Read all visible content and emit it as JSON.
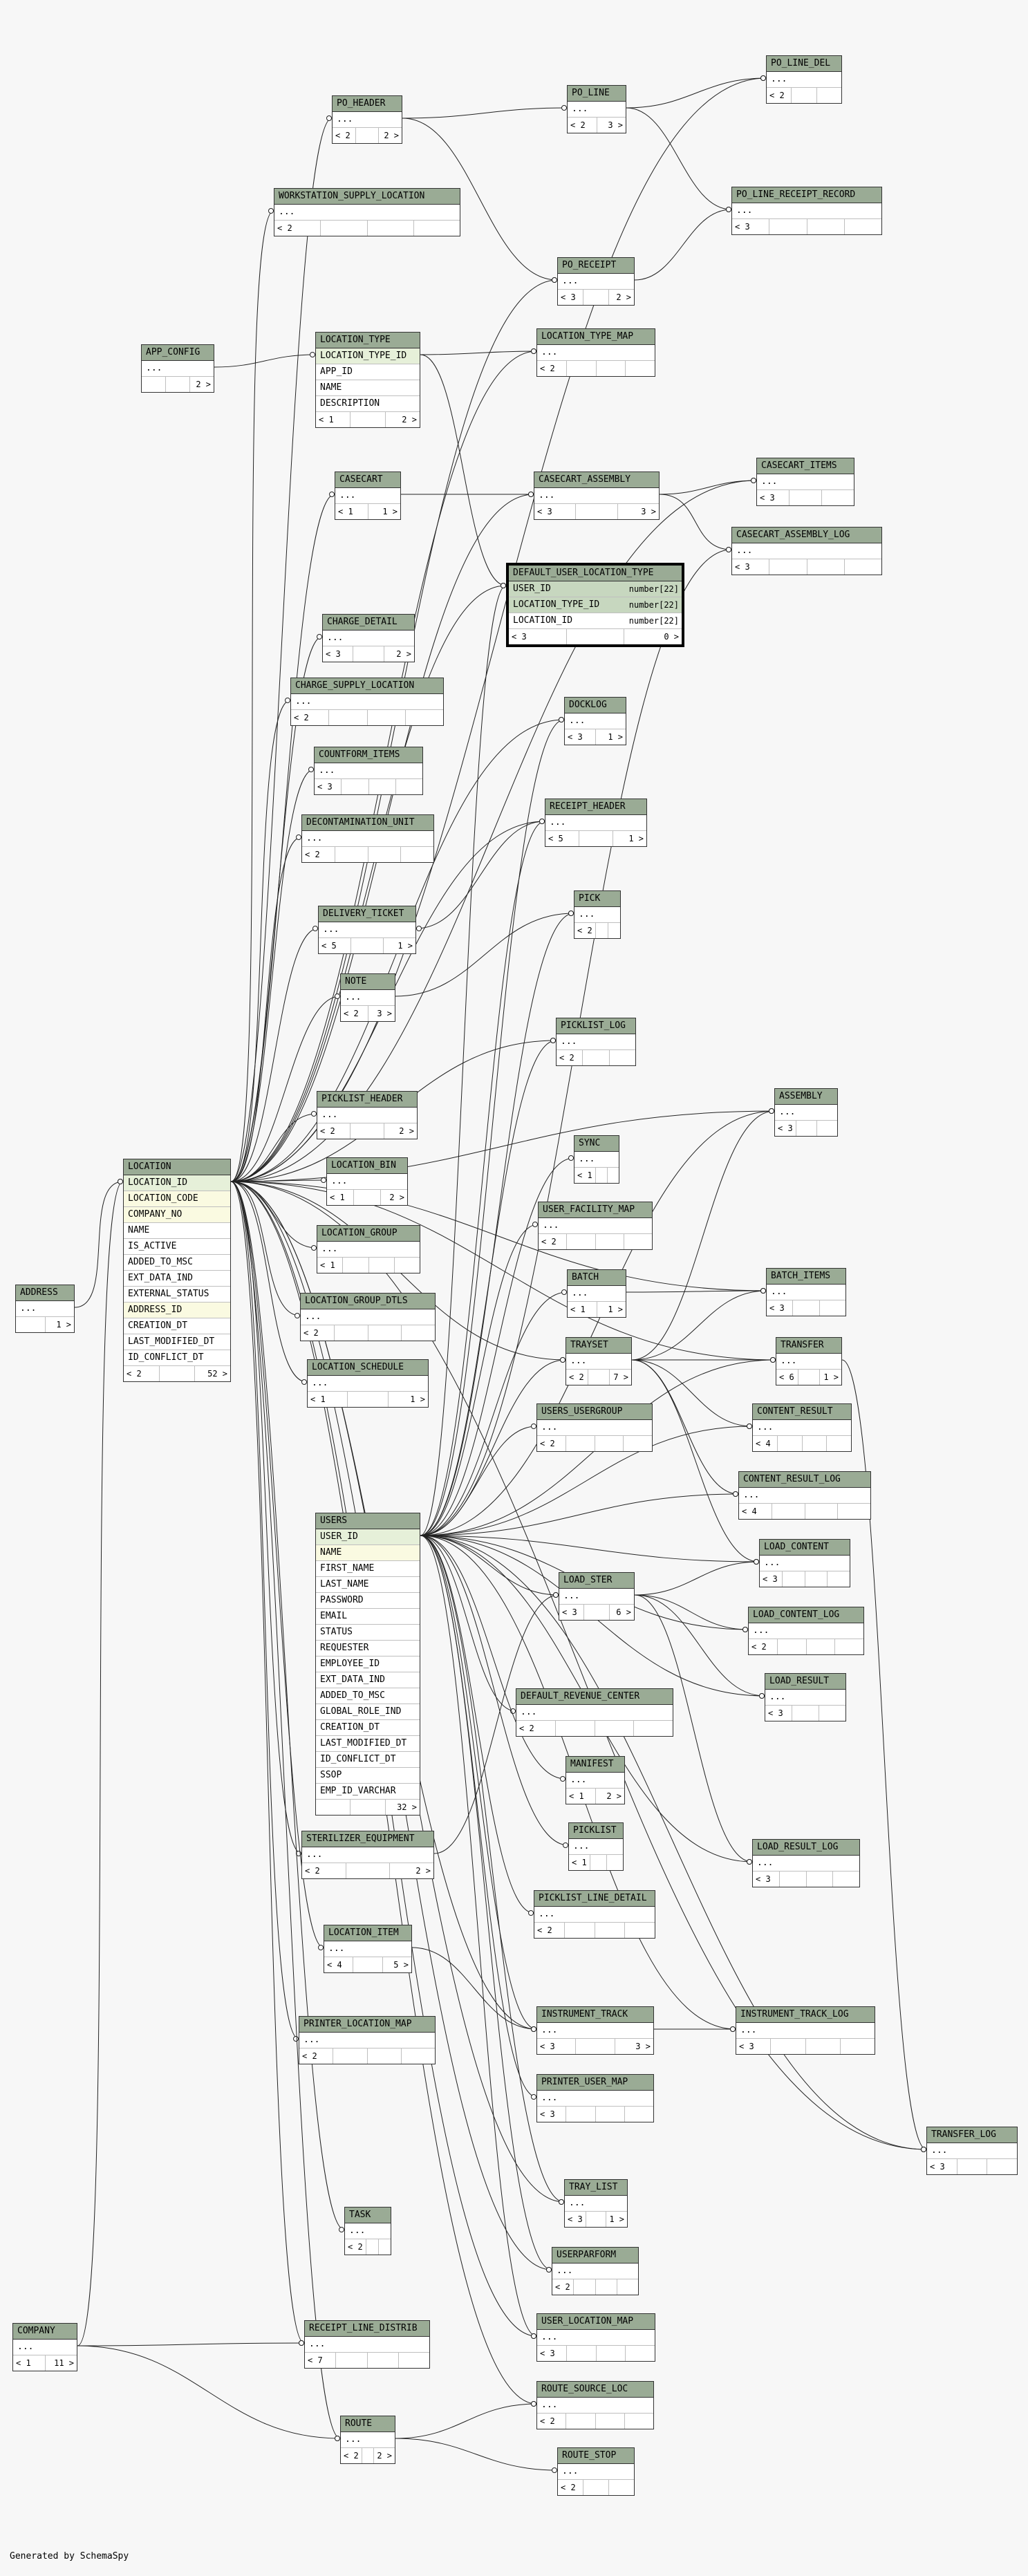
{
  "footer": "Generated by SchemaSpy",
  "tables": [
    {
      "id": "PO_LINE_DEL",
      "name": "PO_LINE_DEL",
      "rows": [
        "..."
      ],
      "foot": [
        "< 2",
        "",
        ""
      ]
    },
    {
      "id": "PO_LINE",
      "name": "PO_LINE",
      "rows": [
        "..."
      ],
      "foot": [
        "< 2",
        "3 >"
      ]
    },
    {
      "id": "PO_HEADER",
      "name": "PO_HEADER",
      "rows": [
        "..."
      ],
      "foot": [
        "< 2",
        "",
        "2 >"
      ]
    },
    {
      "id": "WORKSTATION_SUPPLY_LOCATION",
      "name": "WORKSTATION_SUPPLY_LOCATION",
      "rows": [
        "..."
      ],
      "foot": [
        "< 2",
        "",
        "",
        ""
      ]
    },
    {
      "id": "PO_LINE_RECEIPT_RECORD",
      "name": "PO_LINE_RECEIPT_RECORD",
      "rows": [
        "..."
      ],
      "foot": [
        "< 3",
        "",
        "",
        ""
      ]
    },
    {
      "id": "PO_RECEIPT",
      "name": "PO_RECEIPT",
      "rows": [
        "..."
      ],
      "foot": [
        "< 3",
        "",
        "2 >"
      ]
    },
    {
      "id": "APP_CONFIG",
      "name": "APP_CONFIG",
      "rows": [
        "..."
      ],
      "foot": [
        "",
        "",
        "2 >"
      ]
    },
    {
      "id": "LOCATION_TYPE",
      "name": "LOCATION_TYPE",
      "rows": [
        "LOCATION_TYPE_ID",
        "APP_ID",
        "NAME",
        "DESCRIPTION"
      ],
      "pk": [
        0
      ],
      "foot": [
        "< 1",
        "",
        "2 >"
      ]
    },
    {
      "id": "LOCATION_TYPE_MAP",
      "name": "LOCATION_TYPE_MAP",
      "rows": [
        "..."
      ],
      "foot": [
        "< 2",
        "",
        "",
        ""
      ]
    },
    {
      "id": "CASECART",
      "name": "CASECART",
      "rows": [
        "..."
      ],
      "foot": [
        "< 1",
        "1 >"
      ]
    },
    {
      "id": "CASECART_ASSEMBLY",
      "name": "CASECART_ASSEMBLY",
      "rows": [
        "..."
      ],
      "foot": [
        "< 3",
        "",
        "3 >"
      ]
    },
    {
      "id": "CASECART_ITEMS",
      "name": "CASECART_ITEMS",
      "rows": [
        "..."
      ],
      "foot": [
        "< 3",
        "",
        ""
      ]
    },
    {
      "id": "CASECART_ASSEMBLY_LOG",
      "name": "CASECART_ASSEMBLY_LOG",
      "rows": [
        "..."
      ],
      "foot": [
        "< 3",
        "",
        "",
        ""
      ]
    },
    {
      "id": "DEFAULT_USER_LOCATION_TYPE",
      "name": "DEFAULT_USER_LOCATION_TYPE",
      "rows": [
        "USER_ID",
        "LOCATION_TYPE_ID",
        "LOCATION_ID"
      ],
      "types": [
        "number[22]",
        "number[22]",
        "number[22]"
      ],
      "fk": [
        0,
        1
      ],
      "foot": [
        "< 3",
        "",
        "0 >"
      ]
    },
    {
      "id": "CHARGE_DETAIL",
      "name": "CHARGE_DETAIL",
      "rows": [
        "..."
      ],
      "foot": [
        "< 3",
        "",
        "2 >"
      ]
    },
    {
      "id": "CHARGE_SUPPLY_LOCATION",
      "name": "CHARGE_SUPPLY_LOCATION",
      "rows": [
        "..."
      ],
      "foot": [
        "< 2",
        "",
        "",
        ""
      ]
    },
    {
      "id": "DOCKLOG",
      "name": "DOCKLOG",
      "rows": [
        "..."
      ],
      "foot": [
        "< 3",
        "1 >"
      ]
    },
    {
      "id": "COUNTFORM_ITEMS",
      "name": "COUNTFORM_ITEMS",
      "rows": [
        "..."
      ],
      "foot": [
        "< 3",
        "",
        "",
        ""
      ]
    },
    {
      "id": "RECEIPT_HEADER",
      "name": "RECEIPT_HEADER",
      "rows": [
        "..."
      ],
      "foot": [
        "< 5",
        "",
        "1 >"
      ]
    },
    {
      "id": "DECONTAMINATION_UNIT",
      "name": "DECONTAMINATION_UNIT",
      "rows": [
        "..."
      ],
      "foot": [
        "< 2",
        "",
        "",
        ""
      ]
    },
    {
      "id": "PICK",
      "name": "PICK",
      "rows": [
        "..."
      ],
      "foot": [
        "< 2",
        "",
        ""
      ]
    },
    {
      "id": "DELIVERY_TICKET",
      "name": "DELIVERY_TICKET",
      "rows": [
        "..."
      ],
      "foot": [
        "< 5",
        "",
        "1 >"
      ]
    },
    {
      "id": "NOTE",
      "name": "NOTE",
      "rows": [
        "..."
      ],
      "foot": [
        "< 2",
        "3 >"
      ]
    },
    {
      "id": "PICKLIST_LOG",
      "name": "PICKLIST_LOG",
      "rows": [
        "..."
      ],
      "foot": [
        "< 2",
        "",
        ""
      ]
    },
    {
      "id": "PICKLIST_HEADER",
      "name": "PICKLIST_HEADER",
      "rows": [
        "..."
      ],
      "foot": [
        "< 2",
        "",
        "2 >"
      ]
    },
    {
      "id": "ASSEMBLY",
      "name": "ASSEMBLY",
      "rows": [
        "..."
      ],
      "foot": [
        "< 3",
        "",
        ""
      ]
    },
    {
      "id": "LOCATION",
      "name": "LOCATION",
      "rows": [
        "LOCATION_ID",
        "LOCATION_CODE",
        "COMPANY_NO",
        "NAME",
        "IS_ACTIVE",
        "ADDED_TO_MSC",
        "EXT_DATA_IND",
        "EXTERNAL_STATUS",
        "ADDRESS_ID",
        "CREATION_DT",
        "LAST_MODIFIED_DT",
        "ID_CONFLICT_DT"
      ],
      "pk": [
        0
      ],
      "idx": [
        1,
        2,
        8
      ],
      "foot": [
        "< 2",
        "",
        "52 >"
      ]
    },
    {
      "id": "LOCATION_BIN",
      "name": "LOCATION_BIN",
      "rows": [
        "..."
      ],
      "foot": [
        "< 1",
        "",
        "2 >"
      ]
    },
    {
      "id": "SYNC",
      "name": "SYNC",
      "rows": [
        "..."
      ],
      "foot": [
        "< 1",
        "",
        ""
      ]
    },
    {
      "id": "USER_FACILITY_MAP",
      "name": "USER_FACILITY_MAP",
      "rows": [
        "..."
      ],
      "foot": [
        "< 2",
        "",
        "",
        ""
      ]
    },
    {
      "id": "LOCATION_GROUP",
      "name": "LOCATION_GROUP",
      "rows": [
        "..."
      ],
      "foot": [
        "< 1",
        "",
        "",
        ""
      ]
    },
    {
      "id": "ADDRESS",
      "name": "ADDRESS",
      "rows": [
        "..."
      ],
      "foot": [
        "",
        "1 >"
      ]
    },
    {
      "id": "BATCH",
      "name": "BATCH",
      "rows": [
        "..."
      ],
      "foot": [
        "< 1",
        "1 >"
      ]
    },
    {
      "id": "BATCH_ITEMS",
      "name": "BATCH_ITEMS",
      "rows": [
        "..."
      ],
      "foot": [
        "< 3",
        "",
        ""
      ]
    },
    {
      "id": "LOCATION_GROUP_DTLS",
      "name": "LOCATION_GROUP_DTLS",
      "rows": [
        "..."
      ],
      "foot": [
        "< 2",
        "",
        "",
        ""
      ]
    },
    {
      "id": "TRAYSET",
      "name": "TRAYSET",
      "rows": [
        "..."
      ],
      "foot": [
        "< 2",
        "",
        "7 >"
      ]
    },
    {
      "id": "TRANSFER",
      "name": "TRANSFER",
      "rows": [
        "..."
      ],
      "foot": [
        "< 6",
        "",
        "1 >"
      ]
    },
    {
      "id": "LOCATION_SCHEDULE",
      "name": "LOCATION_SCHEDULE",
      "rows": [
        "..."
      ],
      "foot": [
        "< 1",
        "",
        "1 >"
      ]
    },
    {
      "id": "USERS_USERGROUP",
      "name": "USERS_USERGROUP",
      "rows": [
        "..."
      ],
      "foot": [
        "< 2",
        "",
        "",
        ""
      ]
    },
    {
      "id": "CONTENT_RESULT",
      "name": "CONTENT_RESULT",
      "rows": [
        "..."
      ],
      "foot": [
        "< 4",
        "",
        "",
        ""
      ]
    },
    {
      "id": "CONTENT_RESULT_LOG",
      "name": "CONTENT_RESULT_LOG",
      "rows": [
        "..."
      ],
      "foot": [
        "< 4",
        "",
        "",
        ""
      ]
    },
    {
      "id": "USERS",
      "name": "USERS",
      "rows": [
        "USER_ID",
        "NAME",
        "FIRST_NAME",
        "LAST_NAME",
        "PASSWORD",
        "EMAIL",
        "STATUS",
        "REQUESTER",
        "EMPLOYEE_ID",
        "EXT_DATA_IND",
        "ADDED_TO_MSC",
        "GLOBAL_ROLE_IND",
        "CREATION_DT",
        "LAST_MODIFIED_DT",
        "ID_CONFLICT_DT",
        "SSOP",
        "EMP_ID_VARCHAR"
      ],
      "pk": [
        0
      ],
      "idx": [
        1
      ],
      "foot": [
        "",
        "",
        "32 >"
      ]
    },
    {
      "id": "LOAD_CONTENT",
      "name": "LOAD_CONTENT",
      "rows": [
        "..."
      ],
      "foot": [
        "< 3",
        "",
        "",
        ""
      ]
    },
    {
      "id": "LOAD_STER",
      "name": "LOAD_STER",
      "rows": [
        "..."
      ],
      "foot": [
        "< 3",
        "",
        "6 >"
      ]
    },
    {
      "id": "LOAD_CONTENT_LOG",
      "name": "LOAD_CONTENT_LOG",
      "rows": [
        "..."
      ],
      "foot": [
        "< 2",
        "",
        "",
        ""
      ]
    },
    {
      "id": "LOAD_RESULT",
      "name": "LOAD_RESULT",
      "rows": [
        "..."
      ],
      "foot": [
        "< 3",
        "",
        ""
      ]
    },
    {
      "id": "DEFAULT_REVENUE_CENTER",
      "name": "DEFAULT_REVENUE_CENTER",
      "rows": [
        "..."
      ],
      "foot": [
        "< 2",
        "",
        "",
        ""
      ]
    },
    {
      "id": "MANIFEST",
      "name": "MANIFEST",
      "rows": [
        "..."
      ],
      "foot": [
        "< 1",
        "2 >"
      ]
    },
    {
      "id": "PICKLIST",
      "name": "PICKLIST",
      "rows": [
        "..."
      ],
      "foot": [
        "< 1",
        "",
        ""
      ]
    },
    {
      "id": "STERILIZER_EQUIPMENT",
      "name": "STERILIZER_EQUIPMENT",
      "rows": [
        "..."
      ],
      "foot": [
        "< 2",
        "",
        "2 >"
      ]
    },
    {
      "id": "LOAD_RESULT_LOG",
      "name": "LOAD_RESULT_LOG",
      "rows": [
        "..."
      ],
      "foot": [
        "< 3",
        "",
        "",
        ""
      ]
    },
    {
      "id": "PICKLIST_LINE_DETAIL",
      "name": "PICKLIST_LINE_DETAIL",
      "rows": [
        "..."
      ],
      "foot": [
        "< 2",
        "",
        "",
        ""
      ]
    },
    {
      "id": "LOCATION_ITEM",
      "name": "LOCATION_ITEM",
      "rows": [
        "..."
      ],
      "foot": [
        "< 4",
        "",
        "5 >"
      ]
    },
    {
      "id": "INSTRUMENT_TRACK",
      "name": "INSTRUMENT_TRACK",
      "rows": [
        "..."
      ],
      "foot": [
        "< 3",
        "",
        "3 >"
      ]
    },
    {
      "id": "INSTRUMENT_TRACK_LOG",
      "name": "INSTRUMENT_TRACK_LOG",
      "rows": [
        "..."
      ],
      "foot": [
        "< 3",
        "",
        "",
        ""
      ]
    },
    {
      "id": "PRINTER_LOCATION_MAP",
      "name": "PRINTER_LOCATION_MAP",
      "rows": [
        "..."
      ],
      "foot": [
        "< 2",
        "",
        "",
        ""
      ]
    },
    {
      "id": "PRINTER_USER_MAP",
      "name": "PRINTER_USER_MAP",
      "rows": [
        "..."
      ],
      "foot": [
        "< 3",
        "",
        "",
        ""
      ]
    },
    {
      "id": "TRANSFER_LOG",
      "name": "TRANSFER_LOG",
      "rows": [
        "..."
      ],
      "foot": [
        "< 3",
        "",
        ""
      ]
    },
    {
      "id": "TRAY_LIST",
      "name": "TRAY_LIST",
      "rows": [
        "..."
      ],
      "foot": [
        "< 3",
        "",
        "1 >"
      ]
    },
    {
      "id": "TASK",
      "name": "TASK",
      "rows": [
        "..."
      ],
      "foot": [
        "< 2",
        "",
        ""
      ]
    },
    {
      "id": "USERPARFORM",
      "name": "USERPARFORM",
      "rows": [
        "..."
      ],
      "foot": [
        "< 2",
        "",
        "",
        ""
      ]
    },
    {
      "id": "COMPANY",
      "name": "COMPANY",
      "rows": [
        "..."
      ],
      "foot": [
        "< 1",
        "11 >"
      ]
    },
    {
      "id": "RECEIPT_LINE_DISTRIB",
      "name": "RECEIPT_LINE_DISTRIB",
      "rows": [
        "..."
      ],
      "foot": [
        "< 7",
        "",
        "",
        ""
      ]
    },
    {
      "id": "USER_LOCATION_MAP",
      "name": "USER_LOCATION_MAP",
      "rows": [
        "..."
      ],
      "foot": [
        "< 3",
        "",
        "",
        ""
      ]
    },
    {
      "id": "ROUTE_SOURCE_LOC",
      "name": "ROUTE_SOURCE_LOC",
      "rows": [
        "..."
      ],
      "foot": [
        "< 2",
        "",
        "",
        ""
      ]
    },
    {
      "id": "ROUTE",
      "name": "ROUTE",
      "rows": [
        "..."
      ],
      "foot": [
        "< 2",
        "",
        "2 >"
      ]
    },
    {
      "id": "ROUTE_STOP",
      "name": "ROUTE_STOP",
      "rows": [
        "..."
      ],
      "foot": [
        "< 2",
        "",
        ""
      ]
    }
  ],
  "relationships": [
    [
      "PO_LINE",
      "PO_LINE_DEL"
    ],
    [
      "PO_HEADER",
      "PO_LINE"
    ],
    [
      "PO_LINE",
      "PO_LINE_RECEIPT_RECORD"
    ],
    [
      "PO_RECEIPT",
      "PO_LINE_RECEIPT_RECORD"
    ],
    [
      "PO_HEADER",
      "PO_RECEIPT"
    ],
    [
      "APP_CONFIG",
      "LOCATION_TYPE"
    ],
    [
      "LOCATION_TYPE",
      "LOCATION_TYPE_MAP"
    ],
    [
      "LOCATION_TYPE",
      "DEFAULT_USER_LOCATION_TYPE"
    ],
    [
      "CASECART",
      "CASECART_ASSEMBLY"
    ],
    [
      "CASECART_ASSEMBLY",
      "CASECART_ITEMS"
    ],
    [
      "CASECART_ASSEMBLY",
      "CASECART_ASSEMBLY_LOG"
    ],
    [
      "RECEIPT_HEADER",
      "DELIVERY_TICKET"
    ],
    [
      "NOTE",
      "PICK"
    ],
    [
      "BATCH",
      "BATCH_ITEMS"
    ],
    [
      "TRAYSET",
      "TRANSFER"
    ],
    [
      "TRAYSET",
      "CONTENT_RESULT"
    ],
    [
      "TRAYSET",
      "CONTENT_RESULT_LOG"
    ],
    [
      "TRAYSET",
      "BATCH_ITEMS"
    ],
    [
      "TRAYSET",
      "ASSEMBLY"
    ],
    [
      "TRAYSET",
      "LOAD_CONTENT"
    ],
    [
      "TRANSFER",
      "TRANSFER_LOG"
    ],
    [
      "LOAD_STER",
      "LOAD_CONTENT"
    ],
    [
      "LOAD_STER",
      "LOAD_CONTENT_LOG"
    ],
    [
      "LOAD_STER",
      "LOAD_RESULT"
    ],
    [
      "LOAD_STER",
      "LOAD_RESULT_LOG"
    ],
    [
      "INSTRUMENT_TRACK",
      "INSTRUMENT_TRACK_LOG"
    ],
    [
      "ADDRESS",
      "LOCATION"
    ],
    [
      "COMPANY",
      "LOCATION"
    ],
    [
      "COMPANY",
      "RECEIPT_LINE_DISTRIB"
    ],
    [
      "COMPANY",
      "ROUTE"
    ],
    [
      "ROUTE",
      "ROUTE_SOURCE_LOC"
    ],
    [
      "ROUTE",
      "ROUTE_STOP"
    ],
    [
      "STERILIZER_EQUIPMENT",
      "LOAD_STER"
    ],
    [
      "LOCATION_ITEM",
      "INSTRUMENT_TRACK"
    ]
  ],
  "location_links": [
    "PO_HEADER",
    "WORKSTATION_SUPPLY_LOCATION",
    "PO_RECEIPT",
    "LOCATION_TYPE_MAP",
    "CASECART",
    "CASECART_ASSEMBLY",
    "DEFAULT_USER_LOCATION_TYPE",
    "CHARGE_DETAIL",
    "CHARGE_SUPPLY_LOCATION",
    "DOCKLOG",
    "COUNTFORM_ITEMS",
    "RECEIPT_HEADER",
    "DECONTAMINATION_UNIT",
    "DELIVERY_TICKET",
    "NOTE",
    "PICKLIST_HEADER",
    "LOCATION_BIN",
    "LOCATION_GROUP",
    "LOCATION_GROUP_DTLS",
    "LOCATION_SCHEDULE",
    "STERILIZER_EQUIPMENT",
    "LOCATION_ITEM",
    "PRINTER_LOCATION_MAP",
    "TASK",
    "RECEIPT_LINE_DISTRIB",
    "ROUTE",
    "INSTRUMENT_TRACK",
    "TRAY_LIST",
    "USER_LOCATION_MAP",
    "ROUTE_SOURCE_LOC",
    "TRANSFER",
    "TRANSFER_LOG",
    "ASSEMBLY",
    "PICKLIST_LOG",
    "CASECART_ITEMS",
    "BATCH_ITEMS",
    "USERPARFORM",
    "PO_LINE_DEL",
    "TRAYSET"
  ],
  "users_links": [
    "DEFAULT_USER_LOCATION_TYPE",
    "DOCKLOG",
    "RECEIPT_HEADER",
    "PICK",
    "PICKLIST_LOG",
    "SYNC",
    "USER_FACILITY_MAP",
    "BATCH",
    "TRAYSET",
    "USERS_USERGROUP",
    "CONTENT_RESULT",
    "CONTENT_RESULT_LOG",
    "LOAD_CONTENT",
    "LOAD_STER",
    "LOAD_CONTENT_LOG",
    "LOAD_RESULT",
    "DEFAULT_REVENUE_CENTER",
    "MANIFEST",
    "PICKLIST",
    "LOAD_RESULT_LOG",
    "PICKLIST_LINE_DETAIL",
    "INSTRUMENT_TRACK",
    "INSTRUMENT_TRACK_LOG",
    "PRINTER_USER_MAP",
    "TRAY_LIST",
    "USERPARFORM",
    "USER_LOCATION_MAP",
    "TRANSFER",
    "TRANSFER_LOG",
    "ASSEMBLY",
    "CASECART_ASSEMBLY_LOG"
  ]
}
